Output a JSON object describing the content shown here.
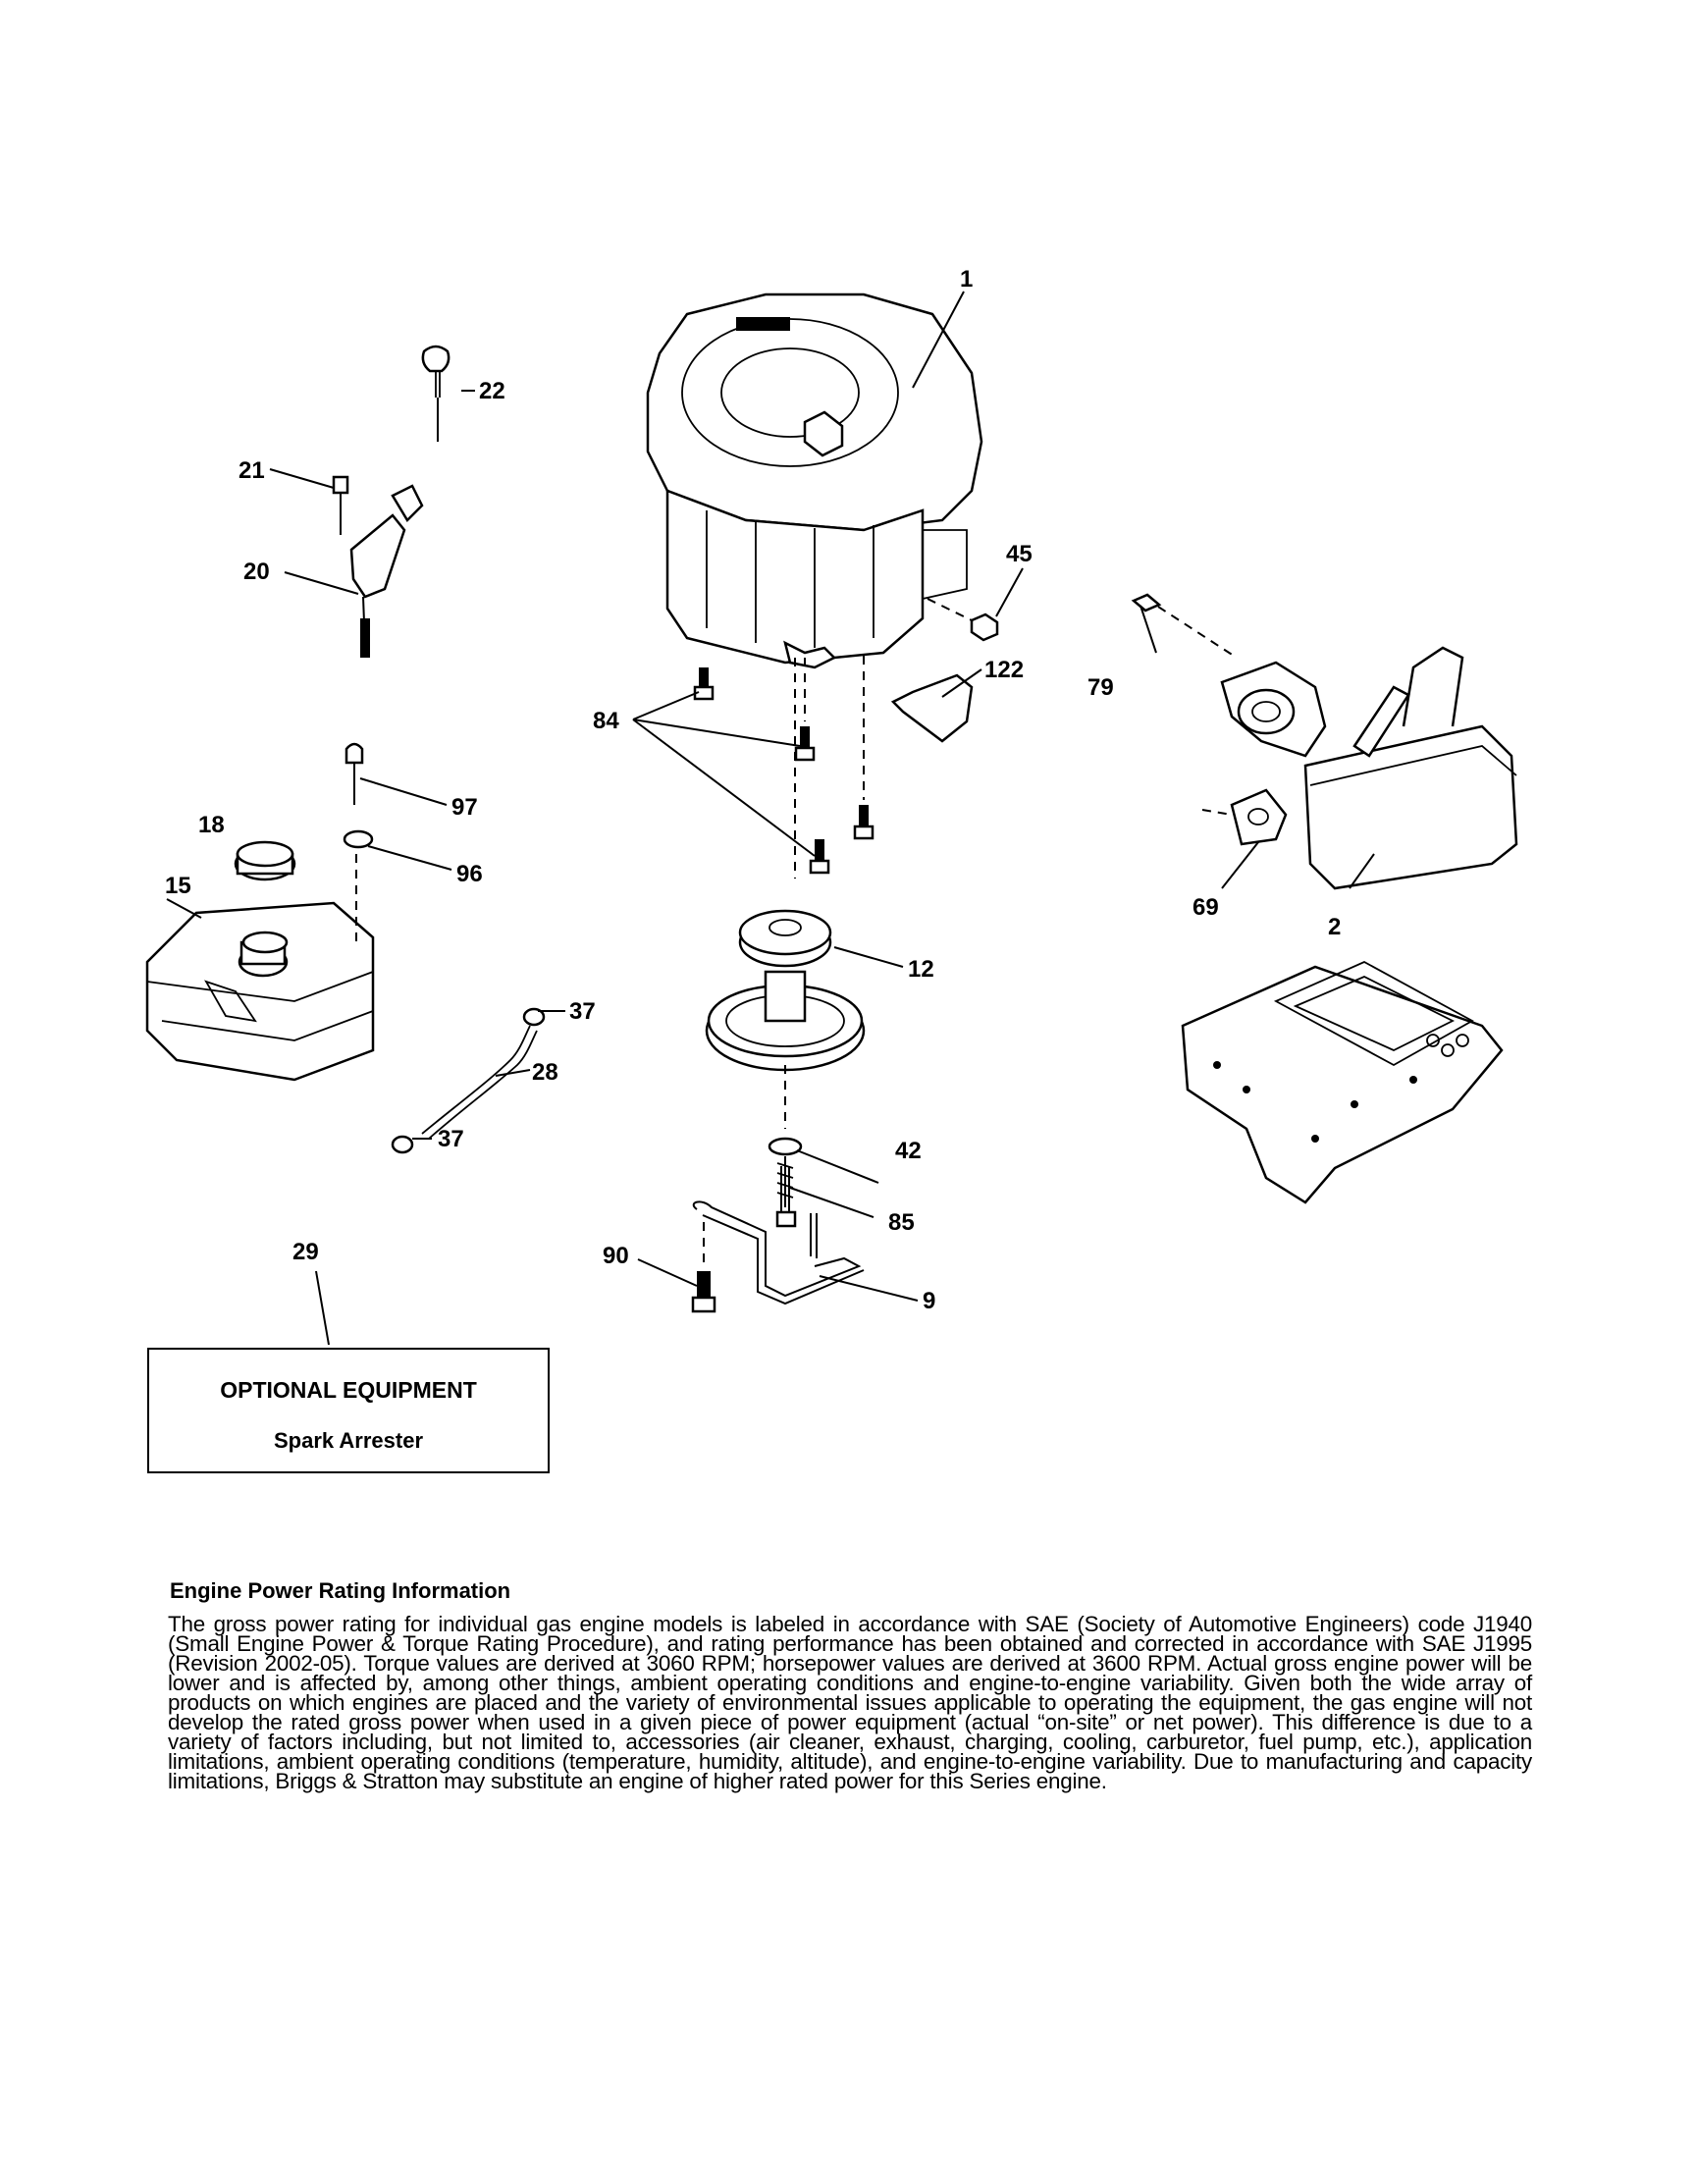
{
  "callouts": {
    "c1": "1",
    "c2": "2",
    "c9": "9",
    "c12": "12",
    "c15": "15",
    "c18": "18",
    "c20": "20",
    "c21": "21",
    "c22": "22",
    "c28": "28",
    "c29": "29",
    "c37a": "37",
    "c37b": "37",
    "c42": "42",
    "c45": "45",
    "c69": "69",
    "c79": "79",
    "c84": "84",
    "c85": "85",
    "c90": "90",
    "c96": "96",
    "c97": "97",
    "c122": "122"
  },
  "optional_equipment": {
    "title": "OPTIONAL EQUIPMENT",
    "item": "Spark Arrester"
  },
  "engine_power_info": {
    "heading": "Engine Power Rating Information",
    "body": "The gross power rating for individual gas engine models is labeled in accordance with SAE (Society of Automotive Engineers) code J1940 (Small Engine Power & Torque Rating Procedure), and rating performance has been obtained and corrected in accordance with SAE J1995 (Revision 2002-05). Torque values are derived at 3060 RPM; horsepower values are derived at 3600 RPM. Actual gross engine power will be lower and is affected by, among other things, ambient operating conditions and engine-to-engine variability. Given both the wide array of products on which engines are placed and the variety of environmental issues applicable to operating the equipment, the gas engine will not develop the rated gross power when used in a given piece of power equipment (actual “on-site” or net power). This difference is due to a variety of factors including, but not limited to, accessories (air cleaner, exhaust, charging, cooling, carburetor, fuel pump, etc.), application limitations, ambient operating conditions (temperature, humidity, altitude), and engine-to-engine variability. Due to manufacturing and capacity limitations, Briggs & Stratton may substitute an engine of higher rated power for this Series engine."
  }
}
